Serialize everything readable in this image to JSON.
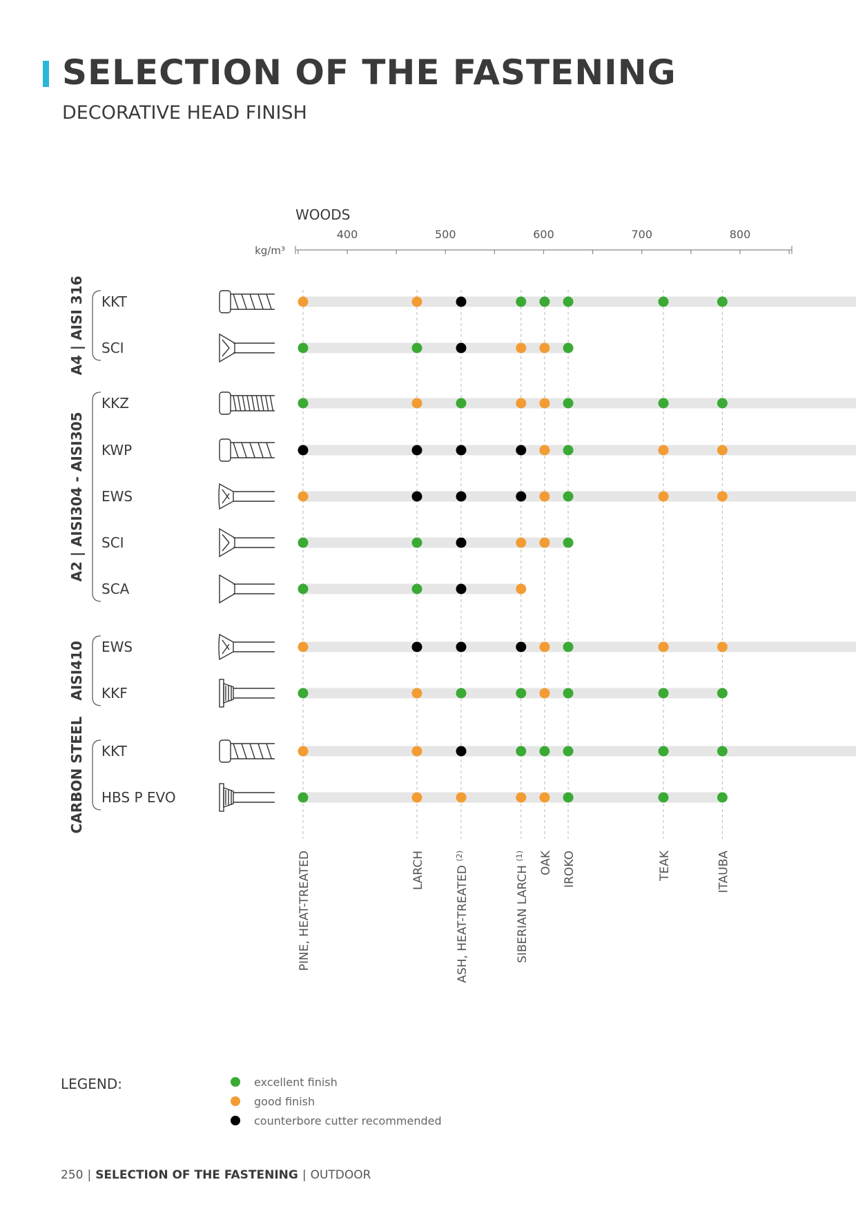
{
  "header": {
    "title": "SELECTION OF THE FASTENING",
    "subtitle": "DECORATIVE HEAD FINISH"
  },
  "colors": {
    "accent": "#29b6d9",
    "excellent": "#3aaa35",
    "good": "#f39c33",
    "counterbore": "#000000",
    "track": "#e6e6e6",
    "text": "#3a3a3a"
  },
  "chart_data": {
    "type": "dot-matrix",
    "title": "WOODS",
    "unit_label": "kg/m³",
    "x_ticks": [
      400,
      500,
      600,
      700,
      800
    ],
    "woods": [
      {
        "name": "PINE, HEAT-TREATED",
        "sup": "",
        "density": 355
      },
      {
        "name": "LARCH",
        "sup": "",
        "density": 471
      },
      {
        "name": "ASH, HEAT-TREATED",
        "sup": "(2)",
        "density": 516
      },
      {
        "name": "SIBERIAN LARCH",
        "sup": "(1)",
        "density": 577
      },
      {
        "name": "OAK",
        "sup": "",
        "density": 601
      },
      {
        "name": "IROKO",
        "sup": "",
        "density": 625
      },
      {
        "name": "TEAK",
        "sup": "",
        "density": 722
      },
      {
        "name": "ITAUBA",
        "sup": "",
        "density": 782
      }
    ],
    "groups": [
      {
        "name": "A4 | AISI 316",
        "rows": [
          {
            "label": "KKT",
            "icon": "kkt-screw-icon",
            "bar_to": "end",
            "marks": [
              "good",
              "good",
              "counterbore",
              "excellent",
              "excellent",
              "excellent",
              "excellent",
              "excellent"
            ]
          },
          {
            "label": "SCI",
            "icon": "sci-screw-icon",
            "bar_to": 5,
            "marks": [
              "excellent",
              "excellent",
              "counterbore",
              "good",
              "good",
              "excellent",
              null,
              null
            ]
          }
        ]
      },
      {
        "name": "A2 | AISI304 - AISI305",
        "rows": [
          {
            "label": "KKZ",
            "icon": "kkz-screw-icon",
            "bar_to": "end",
            "marks": [
              "excellent",
              "good",
              "excellent",
              "good",
              "good",
              "excellent",
              "excellent",
              "excellent"
            ]
          },
          {
            "label": "KWP",
            "icon": "kwp-screw-icon",
            "bar_to": "end",
            "marks": [
              "counterbore",
              "counterbore",
              "counterbore",
              "counterbore",
              "good",
              "excellent",
              "good",
              "good"
            ]
          },
          {
            "label": "EWS",
            "icon": "ews-screw-icon",
            "bar_to": "end",
            "marks": [
              "good",
              "counterbore",
              "counterbore",
              "counterbore",
              "good",
              "excellent",
              "good",
              "good"
            ]
          },
          {
            "label": "SCI",
            "icon": "sci-screw-icon",
            "bar_to": 5,
            "marks": [
              "excellent",
              "excellent",
              "counterbore",
              "good",
              "good",
              "excellent",
              null,
              null
            ]
          },
          {
            "label": "SCA",
            "icon": "sca-screw-icon",
            "bar_to": 3,
            "marks": [
              "excellent",
              "excellent",
              "counterbore",
              "good",
              null,
              null,
              null,
              null
            ]
          }
        ]
      },
      {
        "name": "AISI410",
        "rows": [
          {
            "label": "EWS",
            "icon": "ews-screw-icon",
            "bar_to": "end",
            "marks": [
              "good",
              "counterbore",
              "counterbore",
              "counterbore",
              "good",
              "excellent",
              "good",
              "good"
            ]
          },
          {
            "label": "KKF",
            "icon": "kkf-screw-icon",
            "bar_to": 7,
            "marks": [
              "excellent",
              "good",
              "excellent",
              "excellent",
              "good",
              "excellent",
              "excellent",
              "excellent"
            ]
          }
        ]
      },
      {
        "name": "CARBON STEEL",
        "rows": [
          {
            "label": "KKT",
            "icon": "kkt-screw-icon",
            "bar_to": "end",
            "marks": [
              "good",
              "good",
              "counterbore",
              "excellent",
              "excellent",
              "excellent",
              "excellent",
              "excellent"
            ]
          },
          {
            "label": "HBS P EVO",
            "icon": "hbs-screw-icon",
            "bar_to": 7,
            "marks": [
              "excellent",
              "good",
              "good",
              "good",
              "good",
              "excellent",
              "excellent",
              "excellent"
            ]
          }
        ]
      }
    ]
  },
  "legend": {
    "title": "LEGEND:",
    "items": [
      {
        "label": "excellent finish",
        "color": "#3aaa35"
      },
      {
        "label": "good finish",
        "color": "#f39c33"
      },
      {
        "label": "counterbore cutter recommended",
        "color": "#000000"
      }
    ]
  },
  "footer": {
    "page": "250",
    "sep": "|",
    "section": "SELECTION OF THE FASTENING",
    "chapter": "OUTDOOR"
  }
}
